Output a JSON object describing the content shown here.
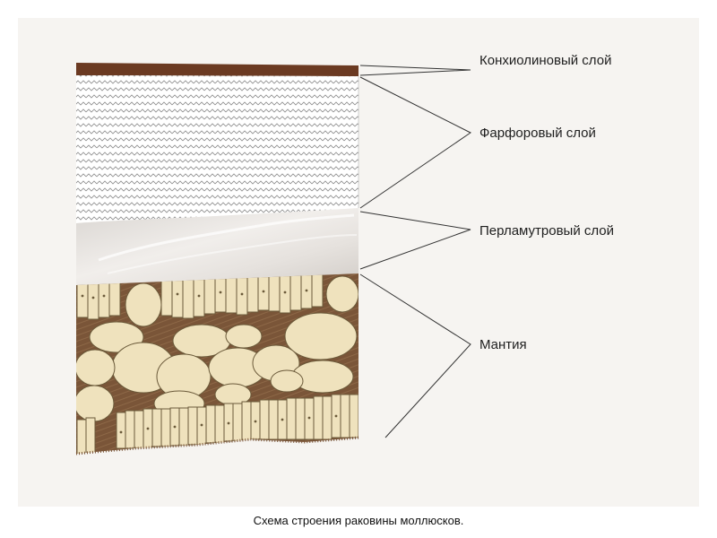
{
  "diagram": {
    "labels": {
      "periostracum": "Конхиолиновый слой",
      "porcelain": "Фарфоровый слой",
      "nacre": "Перламутровый слой",
      "mantle": "Мантия"
    },
    "caption": "Схема строения раковины моллюсков."
  },
  "colors": {
    "background": "#f6f4f1",
    "periostracum": "#6b3a22",
    "porcelain": "#ffffff",
    "zigzag": "#8a8a8a",
    "nacre": "#e4e0dc",
    "mantle_tissue": "#7a5538",
    "cell_fill": "#efe2bd",
    "cell_stroke": "#6b5a3a",
    "leader_line": "#333333"
  }
}
